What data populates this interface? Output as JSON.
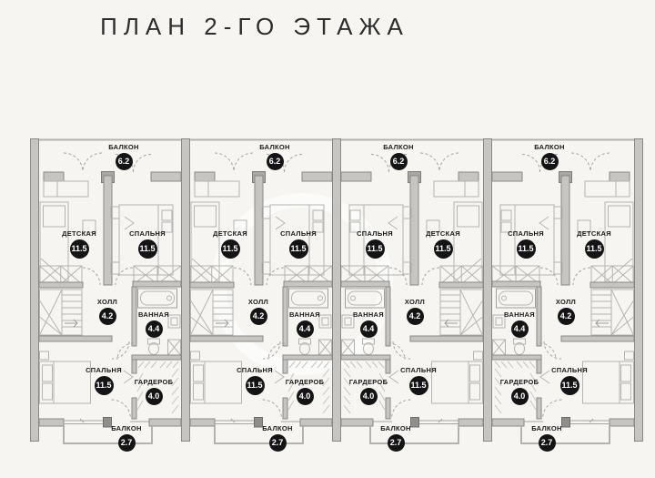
{
  "title": "ПЛАН 2-ГО ЭТАЖА",
  "floor": "2",
  "units_count": 4,
  "rooms": {
    "balcony_top": {
      "label": "БАЛКОН",
      "area": "6.2"
    },
    "nursery": {
      "label": "ДЕТСКАЯ",
      "area": "11.5"
    },
    "bedroom_top": {
      "label": "СПАЛЬНЯ",
      "area": "11.5"
    },
    "hall": {
      "label": "ХОЛЛ",
      "area": "4.2"
    },
    "bathroom": {
      "label": "ВАННАЯ",
      "area": "4.4"
    },
    "bedroom_bottom": {
      "label": "СПАЛЬНЯ",
      "area": "11.5"
    },
    "wardrobe": {
      "label": "ГАРДЕРОБ",
      "area": "4.0"
    },
    "balcony_bottom": {
      "label": "БАЛКОН",
      "area": "2.7"
    }
  },
  "colors": {
    "background": "#f6f5f2",
    "wall_fill": "#c6c5c2",
    "wall_edge": "#8a8986",
    "furniture_line": "#b5b4b1",
    "badge_background": "#141414",
    "badge_text": "#ffffff",
    "text": "#1b1b1b"
  }
}
